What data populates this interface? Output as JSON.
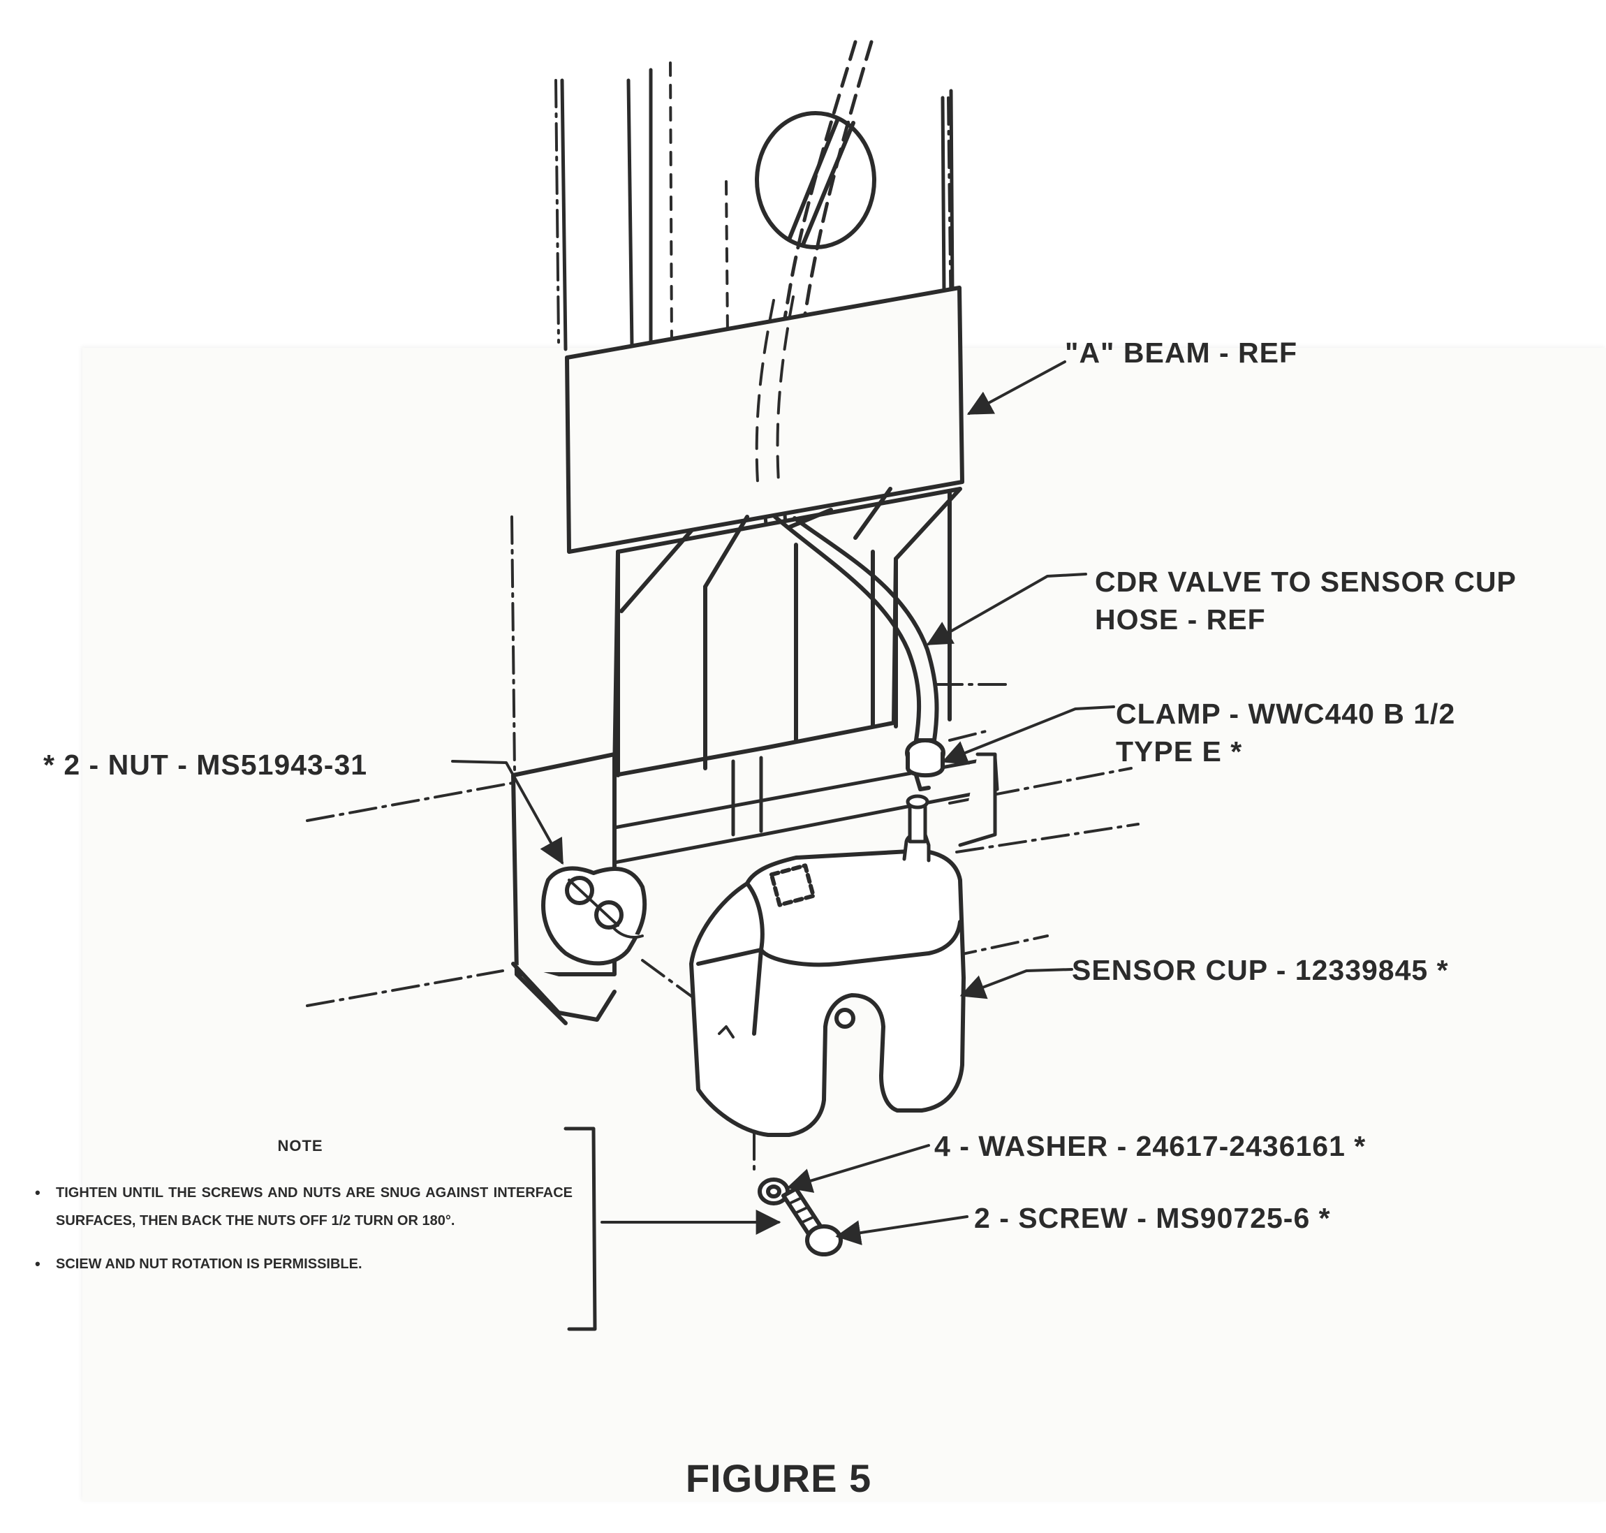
{
  "callouts": {
    "a_beam": "\"A\" BEAM - REF",
    "hose_line1": "CDR VALVE TO SENSOR CUP",
    "hose_line2": "HOSE - REF",
    "clamp_line1": "CLAMP - WWC440 B 1/2",
    "clamp_line2": "TYPE E *",
    "nut": "* 2 - NUT - MS51943-31",
    "sensor_cup": "SENSOR CUP - 12339845 *",
    "washer": "4 - WASHER - 24617-2436161 *",
    "screw": "2 - SCREW - MS90725-6 *"
  },
  "note": {
    "title": "NOTE",
    "items": [
      "TIGHTEN UNTIL THE SCREWS AND NUTS ARE SNUG AGAINST INTERFACE SURFACES, THEN BACK THE NUTS OFF 1/2 TURN OR 180°.",
      "SCIEW AND NUT ROTATION IS PERMISSIBLE."
    ]
  },
  "caption": "FIGURE 5",
  "colors": {
    "ink": "#2b2b2b",
    "paper": "#fbfbf9"
  }
}
